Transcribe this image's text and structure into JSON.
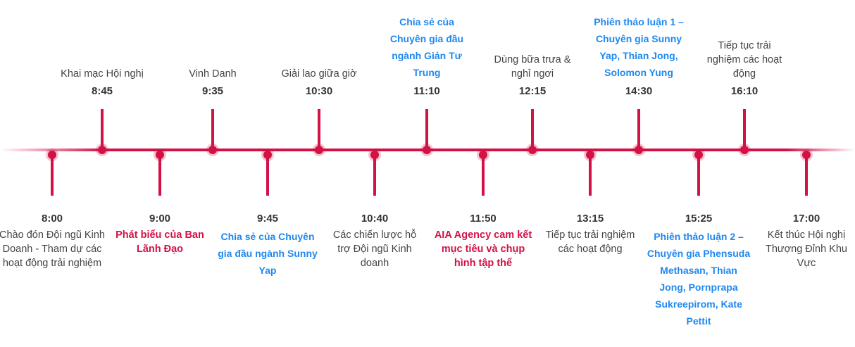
{
  "colors": {
    "accent": "#d31145",
    "highlight": "#1e88f0",
    "text": "#444444"
  },
  "events": [
    {
      "time": "8:00",
      "desc": "Chào đón Đội ngũ Kinh Doanh - Tham dự các hoạt động trải nghiệm",
      "style": "plain",
      "side": "bottom"
    },
    {
      "time": "8:45",
      "desc": "Khai mạc Hội nghị",
      "style": "plain",
      "side": "top"
    },
    {
      "time": "9:00",
      "desc": "Phát biểu của Ban Lãnh Đạo",
      "style": "red",
      "side": "bottom"
    },
    {
      "time": "9:35",
      "desc": "Vinh Danh",
      "style": "plain",
      "side": "top"
    },
    {
      "time": "9:45",
      "desc": "Chia sẻ của Chuyên gia đầu ngành Sunny Yap",
      "style": "blue",
      "side": "bottom"
    },
    {
      "time": "10:30",
      "desc": "Giải lao giữa giờ",
      "style": "plain",
      "side": "top"
    },
    {
      "time": "10:40",
      "desc": "Các chiến lược hỗ trợ Đội ngũ Kinh doanh",
      "style": "plain",
      "side": "bottom"
    },
    {
      "time": "11:10",
      "desc": "Chia sẻ của Chuyên gia đầu ngành Giản Tư Trung",
      "style": "blue",
      "side": "top"
    },
    {
      "time": "11:50",
      "desc": "AIA Agency cam kết mục tiêu và chụp hình tập thể",
      "style": "red",
      "side": "bottom"
    },
    {
      "time": "12:15",
      "desc": "Dùng bữa trưa & nghỉ ngơi",
      "style": "plain",
      "side": "top"
    },
    {
      "time": "13:15",
      "desc": "Tiếp tục trải nghiệm các hoạt động",
      "style": "plain",
      "side": "bottom"
    },
    {
      "time": "14:30",
      "desc": "Phiên thảo luận 1 – Chuyên gia Sunny Yap, Thian Jong, Solomon Yung",
      "style": "blue",
      "side": "top"
    },
    {
      "time": "15:25",
      "desc": "Phiên thảo luận 2 – Chuyên gia Phensuda Methasan,  Thian Jong,  Pornprapa Sukreepirom, Kate Pettit",
      "style": "blue",
      "side": "bottom"
    },
    {
      "time": "16:10",
      "desc": "Tiếp tục trải nghiệm các hoạt động",
      "style": "plain",
      "side": "top"
    },
    {
      "time": "17:00",
      "desc": "Kết thúc Hội nghị Thượng Đỉnh Khu Vực",
      "style": "plain",
      "side": "bottom"
    }
  ]
}
